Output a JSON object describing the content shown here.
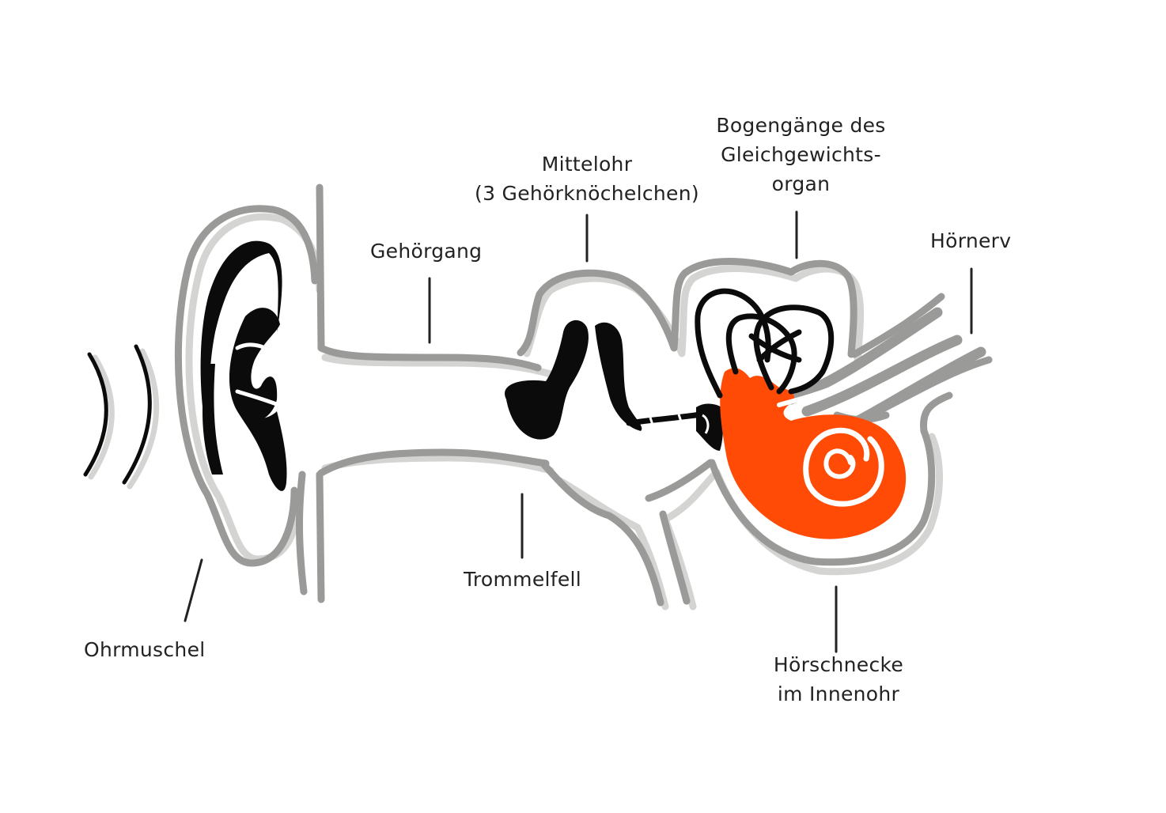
{
  "colors": {
    "outline": "#9a9a99",
    "shadow": "#d4d4d3",
    "dark": "#0b0b0b",
    "cochlea": "#ff4b06",
    "text": "#222222"
  },
  "labels": {
    "ohrmuschel": "Ohrmuschel",
    "gehoergang": "Gehörgang",
    "mittelohr_1": "Mittelohr",
    "mittelohr_2": "(3 Gehörknöchelchen)",
    "bogengaenge_1": "Bogengänge des",
    "bogengaenge_2": "Gleichgewichts-",
    "bogengaenge_3": "organ",
    "hoernerv": "Hörnerv",
    "trommelfell": "Trommelfell",
    "hoerschnecke_1": "Hörschnecke",
    "hoerschnecke_2": "im Innenohr"
  }
}
